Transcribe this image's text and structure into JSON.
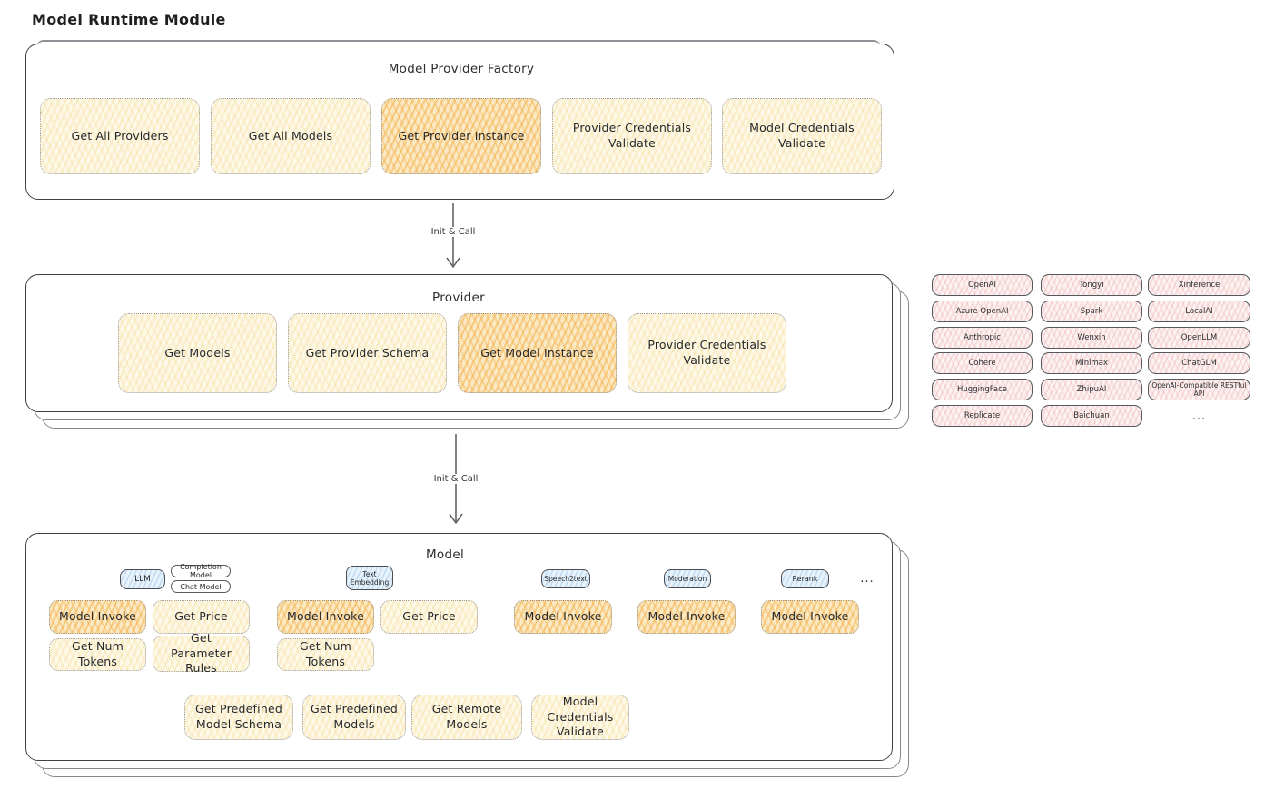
{
  "page_title": "Model Runtime Module",
  "colors": {
    "highlight_orange": "#f3b04b",
    "button_yellow": "#fdf8e8",
    "provider_pink": "#fdf2f2",
    "tag_blue": "#e7f2fb",
    "border_dark": "#3f4247"
  },
  "factory": {
    "title": "Model Provider Factory",
    "buttons": [
      {
        "label": "Get All Providers",
        "highlighted": false
      },
      {
        "label": "Get All Models",
        "highlighted": false
      },
      {
        "label": "Get Provider Instance",
        "highlighted": true
      },
      {
        "label": "Provider Credentials Validate",
        "highlighted": false
      },
      {
        "label": "Model Credentials Validate",
        "highlighted": false
      }
    ]
  },
  "arrow1": {
    "label": "Init & Call"
  },
  "arrow2": {
    "label": "Init & Call"
  },
  "provider": {
    "title": "Provider",
    "buttons": [
      {
        "label": "Get Models",
        "highlighted": false
      },
      {
        "label": "Get Provider Schema",
        "highlighted": false
      },
      {
        "label": "Get Model Instance",
        "highlighted": true
      },
      {
        "label": "Provider Credentials Validate",
        "highlighted": false
      }
    ]
  },
  "providers_list": {
    "items": [
      "OpenAI",
      "Tongyi",
      "Xinference",
      "Azure OpenAI",
      "Spark",
      "LocalAI",
      "Anthropic",
      "Wenxin",
      "OpenLLM",
      "Cohere",
      "Minimax",
      "ChatGLM",
      "HuggingFace",
      "ZhipuAI",
      "OpenAI-Compatible RESTful API",
      "Replicate",
      "Baichuan"
    ],
    "more": "..."
  },
  "model": {
    "title": "Model",
    "model_types": {
      "llm": "LLM",
      "completion": "Completion Model",
      "chat": "Chat Model",
      "text_embedding": "Text Embedding",
      "speech2text": "Speech2text",
      "moderation": "Moderation",
      "rerank": "Rerank",
      "more": "..."
    },
    "llm_buttons": [
      {
        "label": "Model Invoke",
        "highlighted": true
      },
      {
        "label": "Get Price",
        "highlighted": false
      },
      {
        "label": "Get Num Tokens",
        "highlighted": false
      },
      {
        "label": "Get Parameter Rules",
        "highlighted": false
      }
    ],
    "embedding_buttons": [
      {
        "label": "Model Invoke",
        "highlighted": true
      },
      {
        "label": "Get Price",
        "highlighted": false
      },
      {
        "label": "Get Num Tokens",
        "highlighted": false
      }
    ],
    "speech2text_buttons": [
      {
        "label": "Model Invoke",
        "highlighted": true
      }
    ],
    "moderation_buttons": [
      {
        "label": "Model Invoke",
        "highlighted": true
      }
    ],
    "rerank_buttons": [
      {
        "label": "Model Invoke",
        "highlighted": true
      }
    ],
    "common_buttons": [
      {
        "label": "Get Predefined Model Schema",
        "highlighted": false
      },
      {
        "label": "Get Predefined Models",
        "highlighted": false
      },
      {
        "label": "Get Remote Models",
        "highlighted": false
      },
      {
        "label": "Model Credentials Validate",
        "highlighted": false
      }
    ]
  }
}
